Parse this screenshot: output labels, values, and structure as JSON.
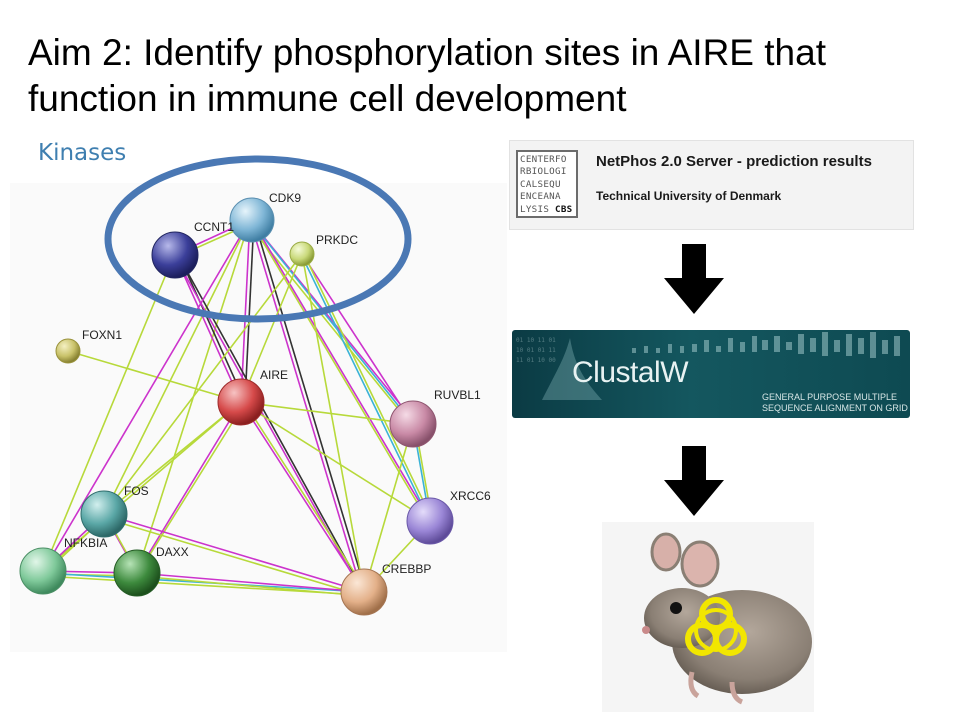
{
  "title": {
    "line1": "Aim 2: Identify phosphorylation sites in AIRE that",
    "line2": "function in immune cell development"
  },
  "network": {
    "group_label": "Kinases",
    "highlight_color": "#4a78b4",
    "nodes": [
      {
        "label": "CDK9",
        "color": "#7fb6d6"
      },
      {
        "label": "CCNT1",
        "color": "#3b3f9a"
      },
      {
        "label": "PRKDC",
        "color": "#c9d97a"
      },
      {
        "label": "FOXN1",
        "color": "#c9c26a"
      },
      {
        "label": "AIRE",
        "color": "#d64a4a"
      },
      {
        "label": "RUVBL1",
        "color": "#c98aa6"
      },
      {
        "label": "XRCC6",
        "color": "#9a86d6"
      },
      {
        "label": "FOS",
        "color": "#5aa7a6"
      },
      {
        "label": "NFKBIA",
        "color": "#7fc99a"
      },
      {
        "label": "DAXX",
        "color": "#3d8a3d"
      },
      {
        "label": "CREBBP",
        "color": "#e3b089"
      }
    ],
    "edge_colors": [
      "#cc33cc",
      "#b7d93a",
      "#3bb3d6",
      "#333333",
      "#5a5ad6"
    ]
  },
  "netphos": {
    "logo_rows": [
      "CENTERFO",
      "RBIOLOGI",
      "CALSEQU",
      "ENCEANA",
      "LYSIS"
    ],
    "logo_badge": "CBS",
    "heading": "NetPhos 2.0 Server - prediction results",
    "subheading": "Technical University of Denmark"
  },
  "clustal": {
    "name": "ClustalW",
    "tagline_line1": "GENERAL PURPOSE MULTIPLE",
    "tagline_line2": "SEQUENCE ALIGNMENT ON GRID"
  },
  "mouse": {
    "hazard_symbol": "biohazard-symbol",
    "hazard_color": "#f2e600"
  }
}
